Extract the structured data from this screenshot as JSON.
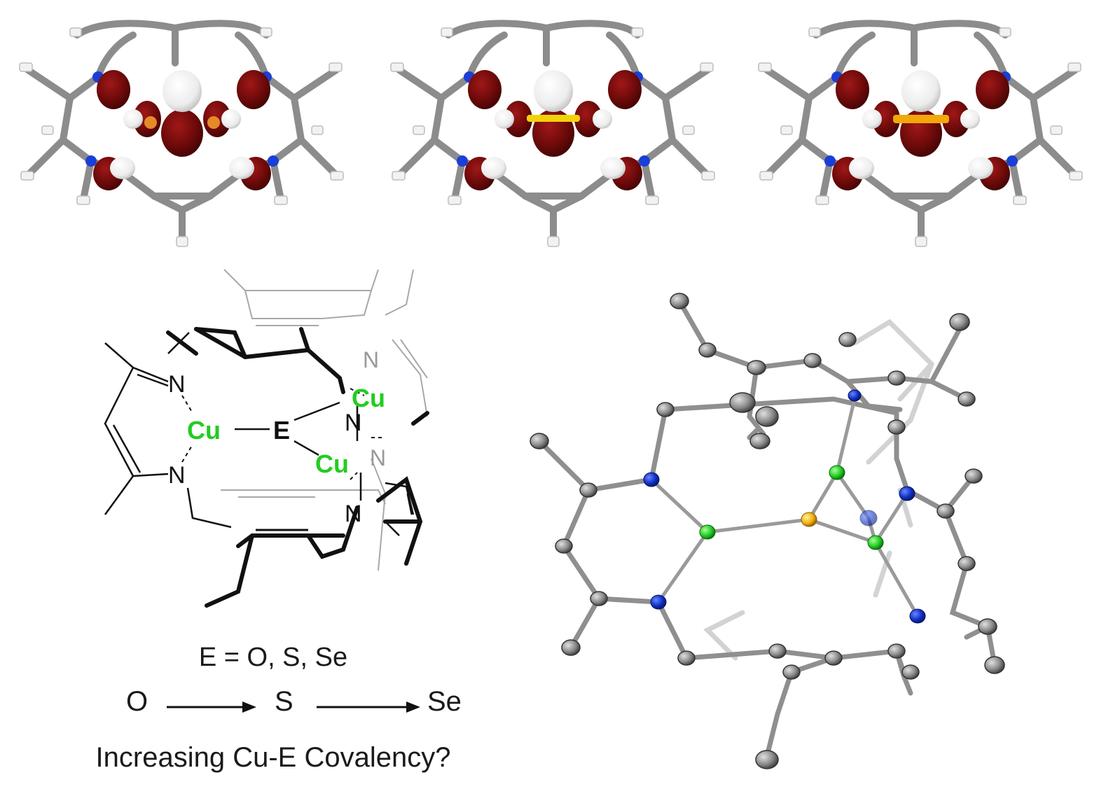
{
  "scheme": {
    "atoms": {
      "n_top_left": "N",
      "n_bottom_left": "N",
      "n_center_upper": "N",
      "n_center_lower": "N",
      "n_back_upper": "N",
      "n_back_lower": "N",
      "cu_left": "Cu",
      "cu_upper_right": "Cu",
      "cu_lower_right": "Cu",
      "e_center": "E"
    }
  },
  "caption": {
    "e_definition": "E = O, S, Se",
    "series": [
      "O",
      "S",
      "Se"
    ],
    "question": "Increasing Cu-E Covalency?"
  },
  "colors": {
    "copper": "#22cc22",
    "nitrogen_3d": "#1a3fd6",
    "chalcogen": "#f2b20a",
    "orbital_red": "#6e0a0a",
    "bond_gray": "#8c8c8c",
    "hydrogen_white": "#f4f4f4"
  },
  "icons": {
    "arrow": "right-arrow-icon"
  }
}
